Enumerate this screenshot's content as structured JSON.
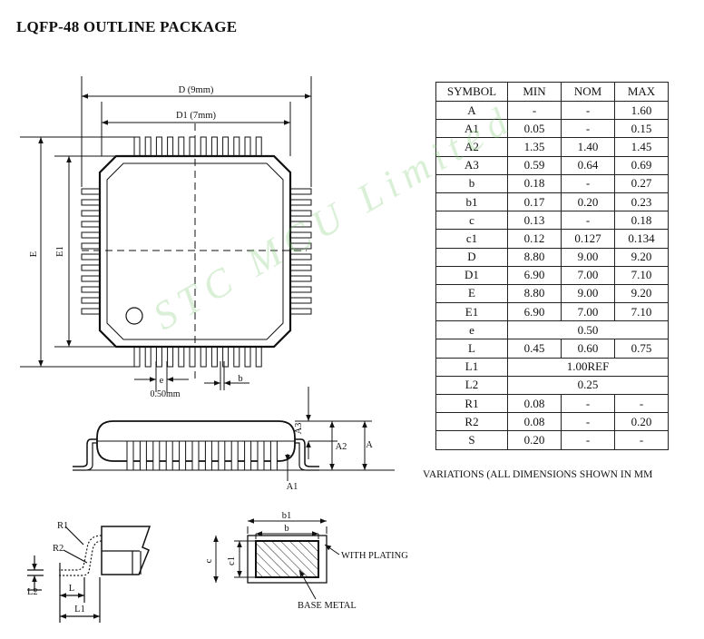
{
  "title": "LQFP-48 OUTLINE PACKAGE",
  "labels": {
    "D": "D (9mm)",
    "D1": "D1 (7mm)",
    "E": "E",
    "E1": "E1",
    "e": "e",
    "pitch": "0.50mm",
    "b": "b",
    "A": "A",
    "A1": "A1",
    "A2": "A2",
    "A3": "A3",
    "R1": "R1",
    "R2": "R2",
    "L": "L",
    "L1": "L1",
    "L2": "L2",
    "b1": "b1",
    "c": "c",
    "c1": "c1",
    "with_plating": "WITH  PLATING",
    "base_metal": "BASE   METAL"
  },
  "table": {
    "headers": [
      "SYMBOL",
      "MIN",
      "NOM",
      "MAX"
    ],
    "rows": [
      [
        "A",
        "-",
        "-",
        "1.60"
      ],
      [
        "A1",
        "0.05",
        "-",
        "0.15"
      ],
      [
        "A2",
        "1.35",
        "1.40",
        "1.45"
      ],
      [
        "A3",
        "0.59",
        "0.64",
        "0.69"
      ],
      [
        "b",
        "0.18",
        "-",
        "0.27"
      ],
      [
        "b1",
        "0.17",
        "0.20",
        "0.23"
      ],
      [
        "c",
        "0.13",
        "-",
        "0.18"
      ],
      [
        "c1",
        "0.12",
        "0.127",
        "0.134"
      ],
      [
        "D",
        "8.80",
        "9.00",
        "9.20"
      ],
      [
        "D1",
        "6.90",
        "7.00",
        "7.10"
      ],
      [
        "E",
        "8.80",
        "9.00",
        "9.20"
      ],
      [
        "E1",
        "6.90",
        "7.00",
        "7.10"
      ],
      [
        "e",
        "0.50"
      ],
      [
        "L",
        "0.45",
        "0.60",
        "0.75"
      ],
      [
        "L1",
        "1.00REF"
      ],
      [
        "L2",
        "0.25"
      ],
      [
        "R1",
        "0.08",
        "-",
        "-"
      ],
      [
        "R2",
        "0.08",
        "-",
        "0.20"
      ],
      [
        "S",
        "0.20",
        "-",
        "-"
      ]
    ]
  },
  "note": "VARIATIONS (ALL DIMENSIONS SHOWN IN MM",
  "watermark": "STC   MCU   Limited"
}
